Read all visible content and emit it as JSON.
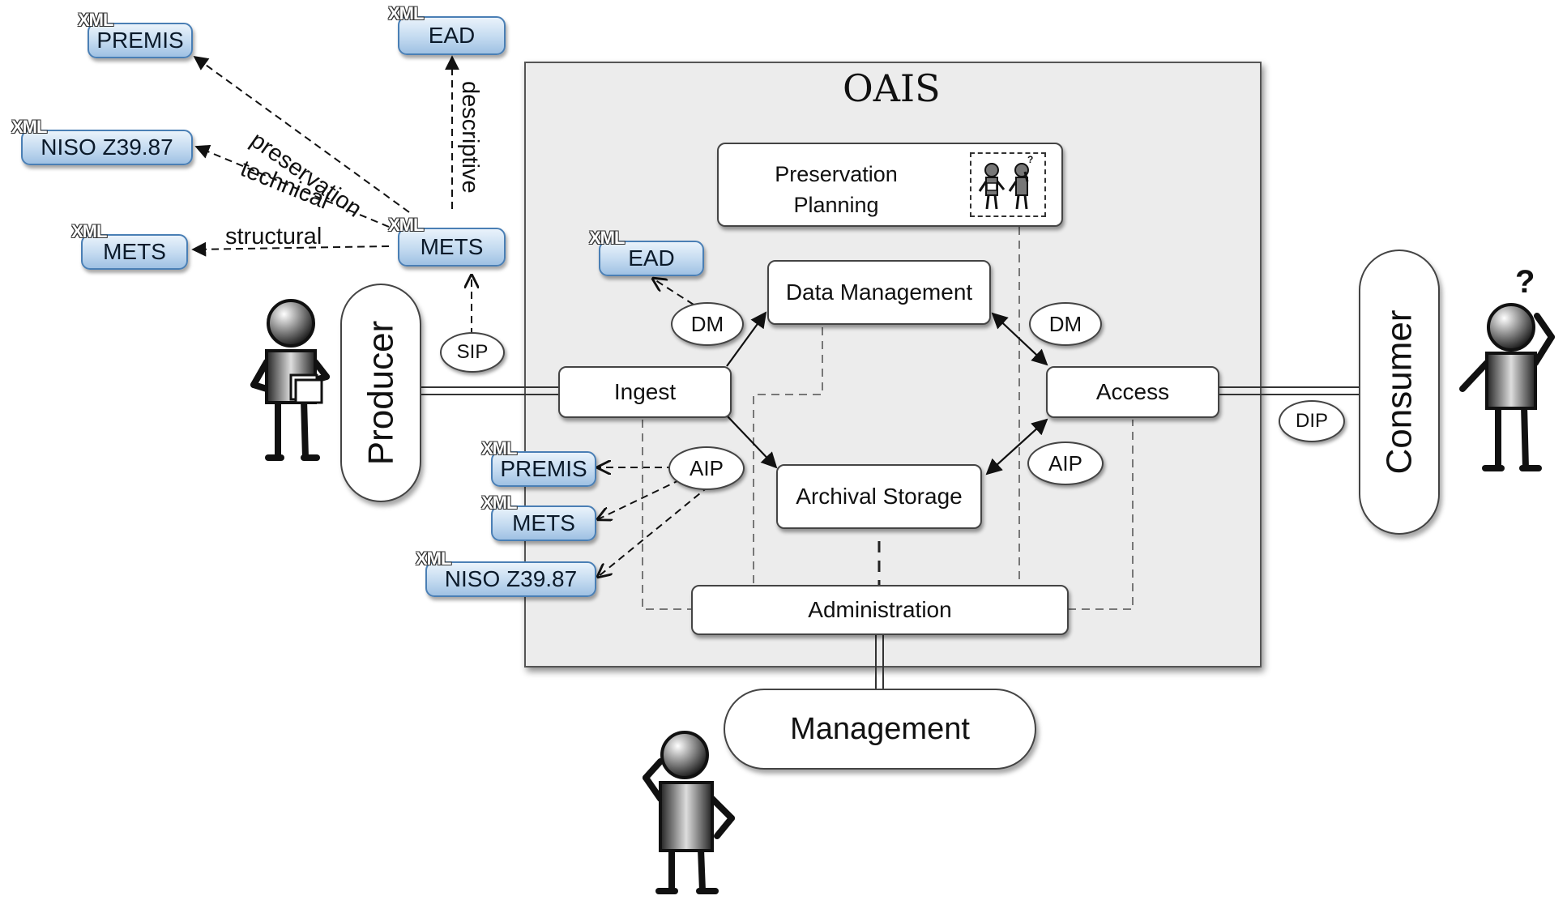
{
  "system": {
    "title": "OAIS"
  },
  "xml_tag": "XML",
  "metadata_files": {
    "top_premis": "PREMIS",
    "top_ead": "EAD",
    "top_niso": "NISO Z39.87",
    "top_mets_left": "METS",
    "top_mets_main": "METS",
    "dm_ead": "EAD",
    "aip_premis": "PREMIS",
    "aip_mets": "METS",
    "aip_niso": "NISO Z39.87"
  },
  "edge_labels": {
    "preservation": "preservation",
    "technical": "technical",
    "structural": "structural",
    "descriptive": "descriptive"
  },
  "functions": {
    "preservation_planning_line1": "Preservation",
    "preservation_planning_line2": "Planning",
    "data_management": "Data Management",
    "ingest": "Ingest",
    "access": "Access",
    "archival_storage": "Archival Storage",
    "administration": "Administration"
  },
  "packages": {
    "sip": "SIP",
    "dm_left": "DM",
    "dm_right": "DM",
    "aip_left": "AIP",
    "aip_right": "AIP",
    "dip": "DIP"
  },
  "actors": {
    "producer": "Producer",
    "consumer": "Consumer",
    "management": "Management"
  },
  "question_mark": "?",
  "colors": {
    "xml_box_fill": "#c3daf0",
    "xml_box_border": "#4a7fb5",
    "oais_background": "#ececec",
    "box_border": "#444444"
  }
}
